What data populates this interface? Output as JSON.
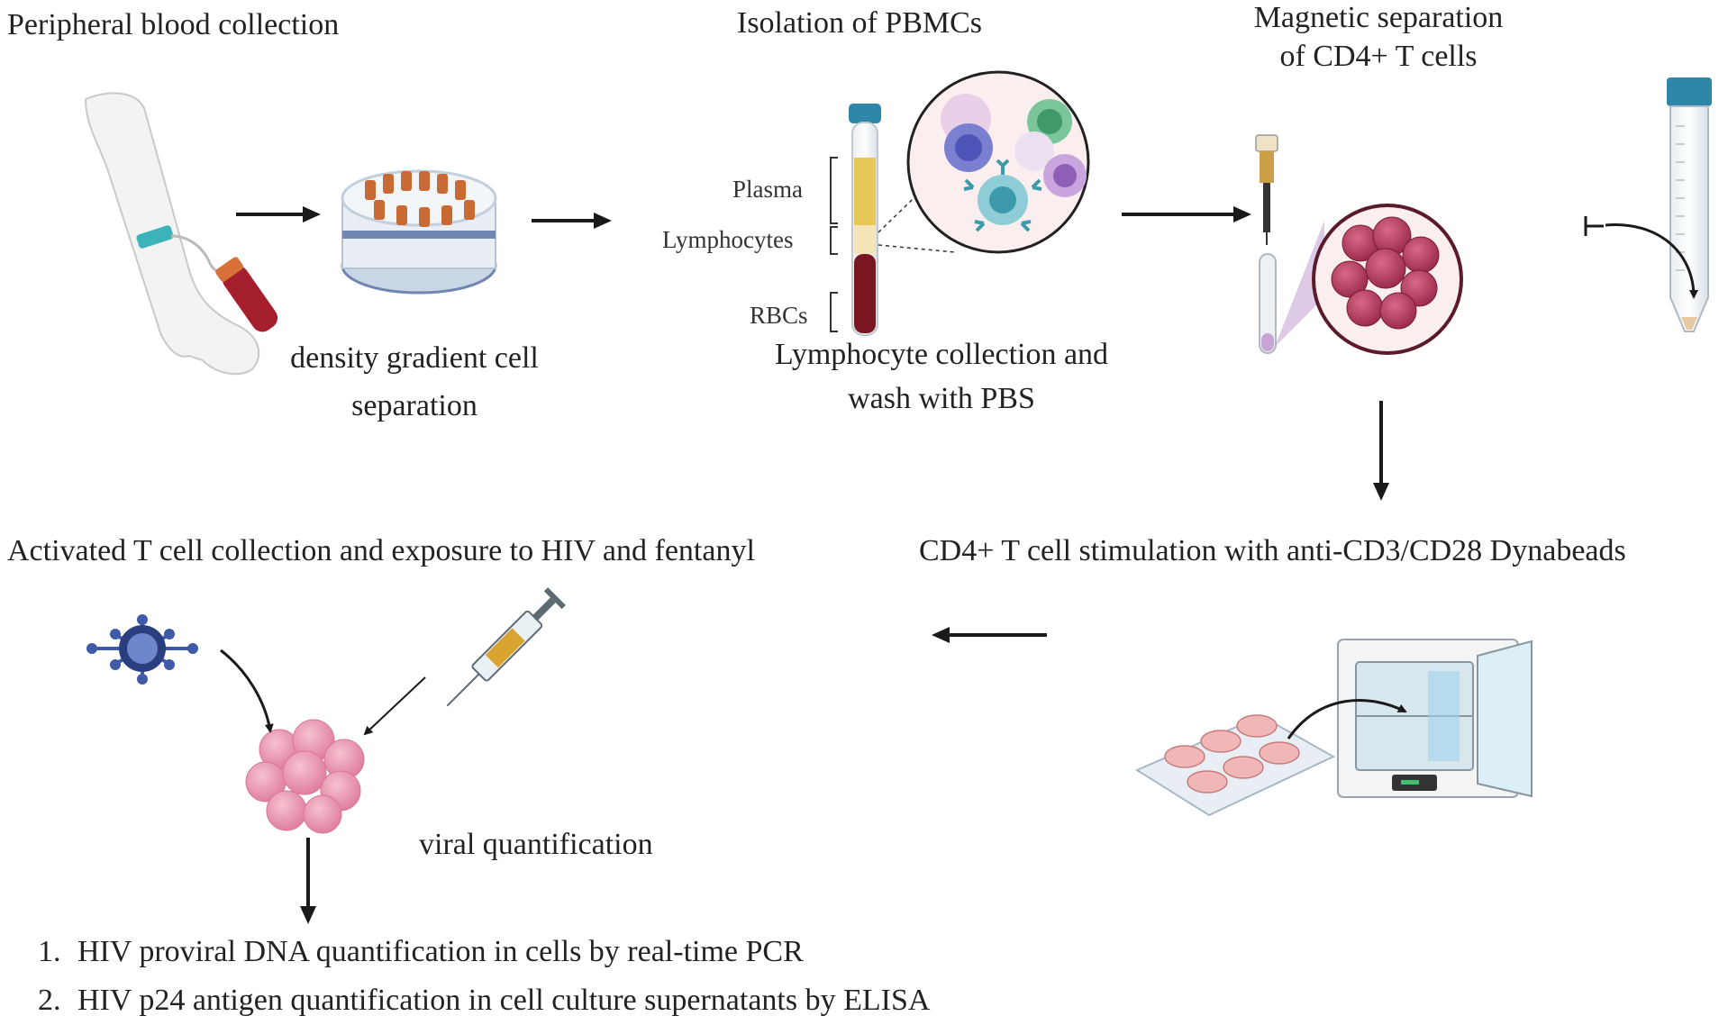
{
  "steps": {
    "peripheral_blood": "Peripheral blood collection",
    "density_gradient_line1": "density gradient cell",
    "density_gradient_line2": "separation",
    "isolation_pbmcs": "Isolation of  PBMCs",
    "lymphocyte_collection_line1": "Lymphocyte collection and",
    "lymphocyte_collection_line2": "wash with PBS",
    "magnetic_line1": "Magnetic separation",
    "magnetic_line2": "of CD4+ T cells",
    "stimulation": "CD4+ T cell stimulation with anti-CD3/CD28 Dynabeads",
    "activated": "Activated T cell collection and exposure to HIV and fentanyl",
    "viral_quant": "viral quantification"
  },
  "tube_labels": {
    "plasma": "Plasma",
    "lymphocytes": "Lymphocytes",
    "rbcs": "RBCs"
  },
  "quantification_methods": [
    {
      "num": "1.",
      "text": "HIV proviral DNA  quantification in cells by real-time PCR"
    },
    {
      "num": "2.",
      "text": "HIV p24 antigen quantification in cell culture supernatants by ELISA"
    }
  ],
  "colors": {
    "arrow": "#1a1a1a",
    "plasma": "#e9c85a",
    "rbc": "#7a1620",
    "cell_cluster": "#e07fa0",
    "cd4_cluster": "#b8405f",
    "virus": "#3f5aa6",
    "tube_cap": "#2e86a8"
  }
}
